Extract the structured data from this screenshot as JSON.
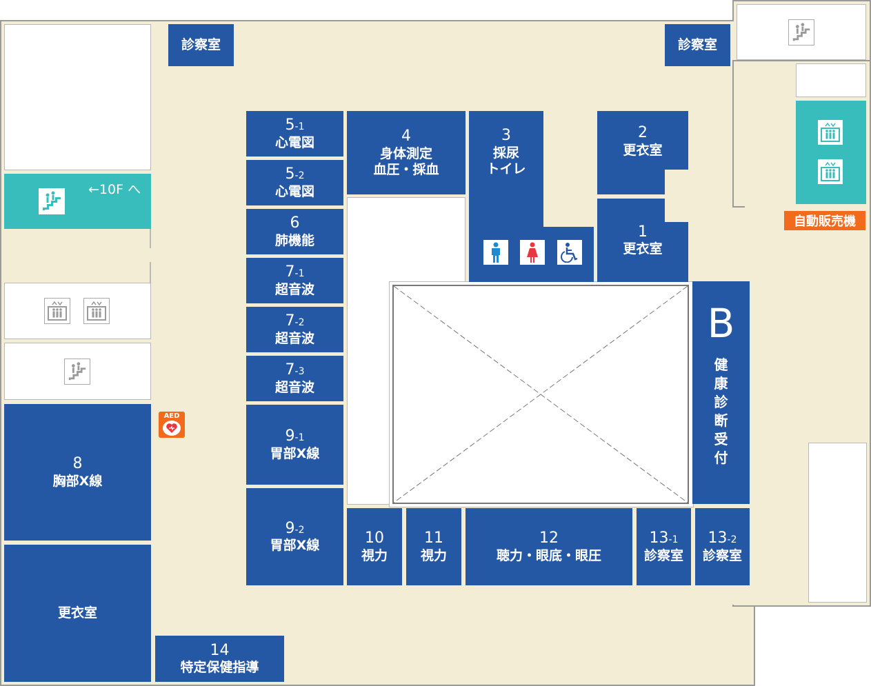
{
  "colors": {
    "floor": "#f4edd6",
    "room": "#2457a4",
    "teal": "#38bcbc",
    "vending": "#f26b1d",
    "aed": "#f26b1d"
  },
  "rooms": {
    "exam_top_left": "診察室",
    "exam_top_right": "診察室",
    "r5_1": {
      "num": "5",
      "sub": "-1",
      "name": "心電図"
    },
    "r5_2": {
      "num": "5",
      "sub": "-2",
      "name": "心電図"
    },
    "r6": {
      "num": "6",
      "name": "肺機能"
    },
    "r7_1": {
      "num": "7",
      "sub": "-1",
      "name": "超音波"
    },
    "r7_2": {
      "num": "7",
      "sub": "-2",
      "name": "超音波"
    },
    "r7_3": {
      "num": "7",
      "sub": "-3",
      "name": "超音波"
    },
    "r9_1": {
      "num": "9",
      "sub": "-1",
      "name": "胃部X線"
    },
    "r9_2": {
      "num": "9",
      "sub": "-2",
      "name": "胃部X線"
    },
    "r4": {
      "num": "4",
      "line1": "身体測定",
      "line2": "血圧・採血"
    },
    "r3": {
      "num": "3",
      "line1": "採尿",
      "line2": "トイレ"
    },
    "r2": {
      "num": "2",
      "name": "更衣室"
    },
    "r1": {
      "num": "1",
      "name": "更衣室"
    },
    "r8": {
      "num": "8",
      "name": "胸部X線"
    },
    "locker_left": "更衣室",
    "r14": {
      "num": "14",
      "name": "特定保健指導"
    },
    "r10": {
      "num": "10",
      "name": "視力"
    },
    "r11": {
      "num": "11",
      "name": "視力"
    },
    "r12": {
      "num": "12",
      "name": "聴力・眼底・眼圧"
    },
    "r13_1": {
      "num": "13",
      "sub": "-1",
      "name": "診察室"
    },
    "r13_2": {
      "num": "13",
      "sub": "-2",
      "name": "診察室"
    },
    "reception": {
      "letter": "B",
      "chars": [
        "健",
        "康",
        "診",
        "断",
        "受",
        "付"
      ]
    }
  },
  "signs": {
    "to_10f": "←10F へ",
    "vending": "自動販売機",
    "aed": "AED"
  },
  "icons": {
    "stairs": "stairs-icon",
    "elevator": "elevator-icon",
    "toilet_men": "toilet-men-icon",
    "toilet_women": "toilet-women-icon",
    "toilet_accessible": "wheelchair-icon",
    "aed": "aed-icon"
  }
}
